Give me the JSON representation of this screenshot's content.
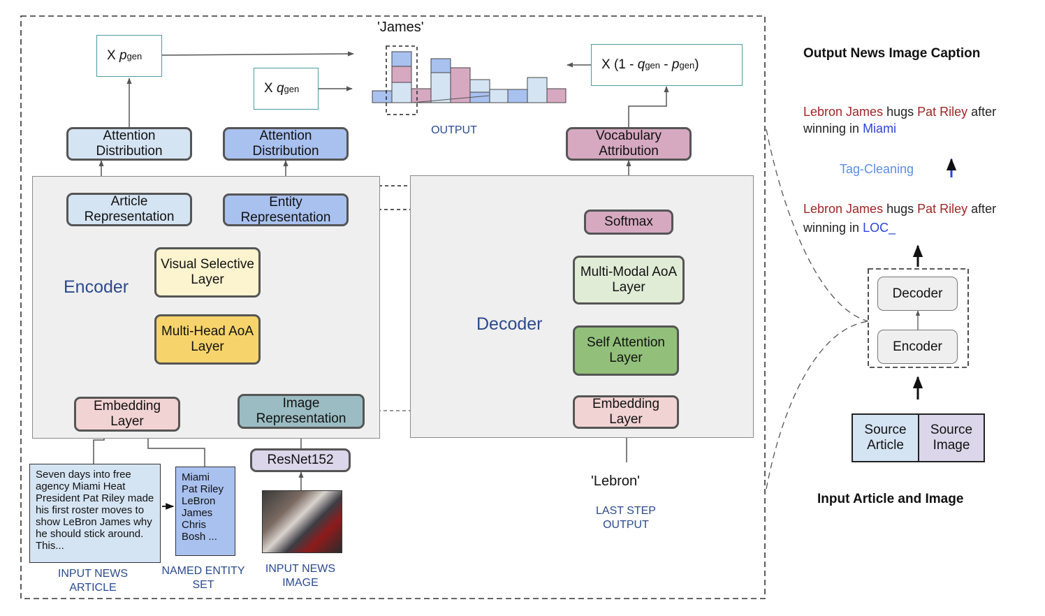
{
  "output_word": "'James'",
  "gates": {
    "p_gen": {
      "prefix": "X",
      "var": "p",
      "sub": "gen"
    },
    "q_gen": {
      "prefix": "X",
      "var": "q",
      "sub": "gen"
    },
    "vocab": {
      "prefix": "X (1 -",
      "q": "q",
      "q_sub": "gen",
      "mid": "-",
      "p": "p",
      "p_sub": "gen",
      "suffix": ")"
    }
  },
  "labels": {
    "output": "OUTPUT",
    "encoder": "Encoder",
    "decoder": "Decoder",
    "input_article": "INPUT NEWS ARTICLE",
    "named_entity_set": "NAMED ENTITY SET",
    "input_image": "INPUT NEWS IMAGE",
    "last_step_output": "LAST STEP OUTPUT",
    "lebron": "'Lebron'"
  },
  "encoder_blocks": {
    "attn_dist_left": "Attention Distribution",
    "attn_dist_right": "Attention Distribution",
    "article_rep": "Article Representation",
    "entity_rep": "Entity Representation",
    "visual_selective": "Visual Selective Layer",
    "multi_head": "Multi-Head AoA Layer",
    "embedding": "Embedding Layer",
    "image_rep": "Image Representation",
    "resnet": "ResNet152"
  },
  "decoder_blocks": {
    "vocab_attr": "Vocabulary Attribution",
    "softmax": "Softmax",
    "multimodal": "Multi-Modal AoA Layer",
    "self_attn": "Self Attention Layer",
    "embedding": "Embedding Layer"
  },
  "article_text": "Seven days into free agency Miami Heat President Pat Riley made his first roster moves to show LeBron James why he should stick around. This...",
  "entities": [
    "Miami",
    "Pat Riley",
    "LeBron",
    "James",
    "Chris",
    "Bosh ..."
  ],
  "right_panel": {
    "title_output": "Output News Image Caption",
    "caption_final": {
      "e1": "Lebron James",
      "t1": " hugs ",
      "e2": "Pat Riley",
      "t2": " after winning in ",
      "e3": "Miami"
    },
    "tag_cleaning": "Tag-Cleaning",
    "caption_raw": {
      "e1": "Lebron James",
      "t1": " hugs ",
      "e2": "Pat Riley",
      "t2": " after winning in ",
      "e3": "LOC_"
    },
    "decoder": "Decoder",
    "encoder": "Encoder",
    "source_article": "Source Article",
    "source_image": "Source Image",
    "title_input": "Input Article and Image"
  },
  "colors": {
    "light_blue": "#d5e4f3",
    "blue": "#a9c1ef",
    "cream": "#fcf3cf",
    "yellow": "#f7d46b",
    "pink": "#f2d3d3",
    "teal": "#9bbcc2",
    "lavender": "#dcd6ea",
    "mauve": "#d6a9c1",
    "pale_green": "#e1ecd7",
    "green": "#92c07a"
  }
}
